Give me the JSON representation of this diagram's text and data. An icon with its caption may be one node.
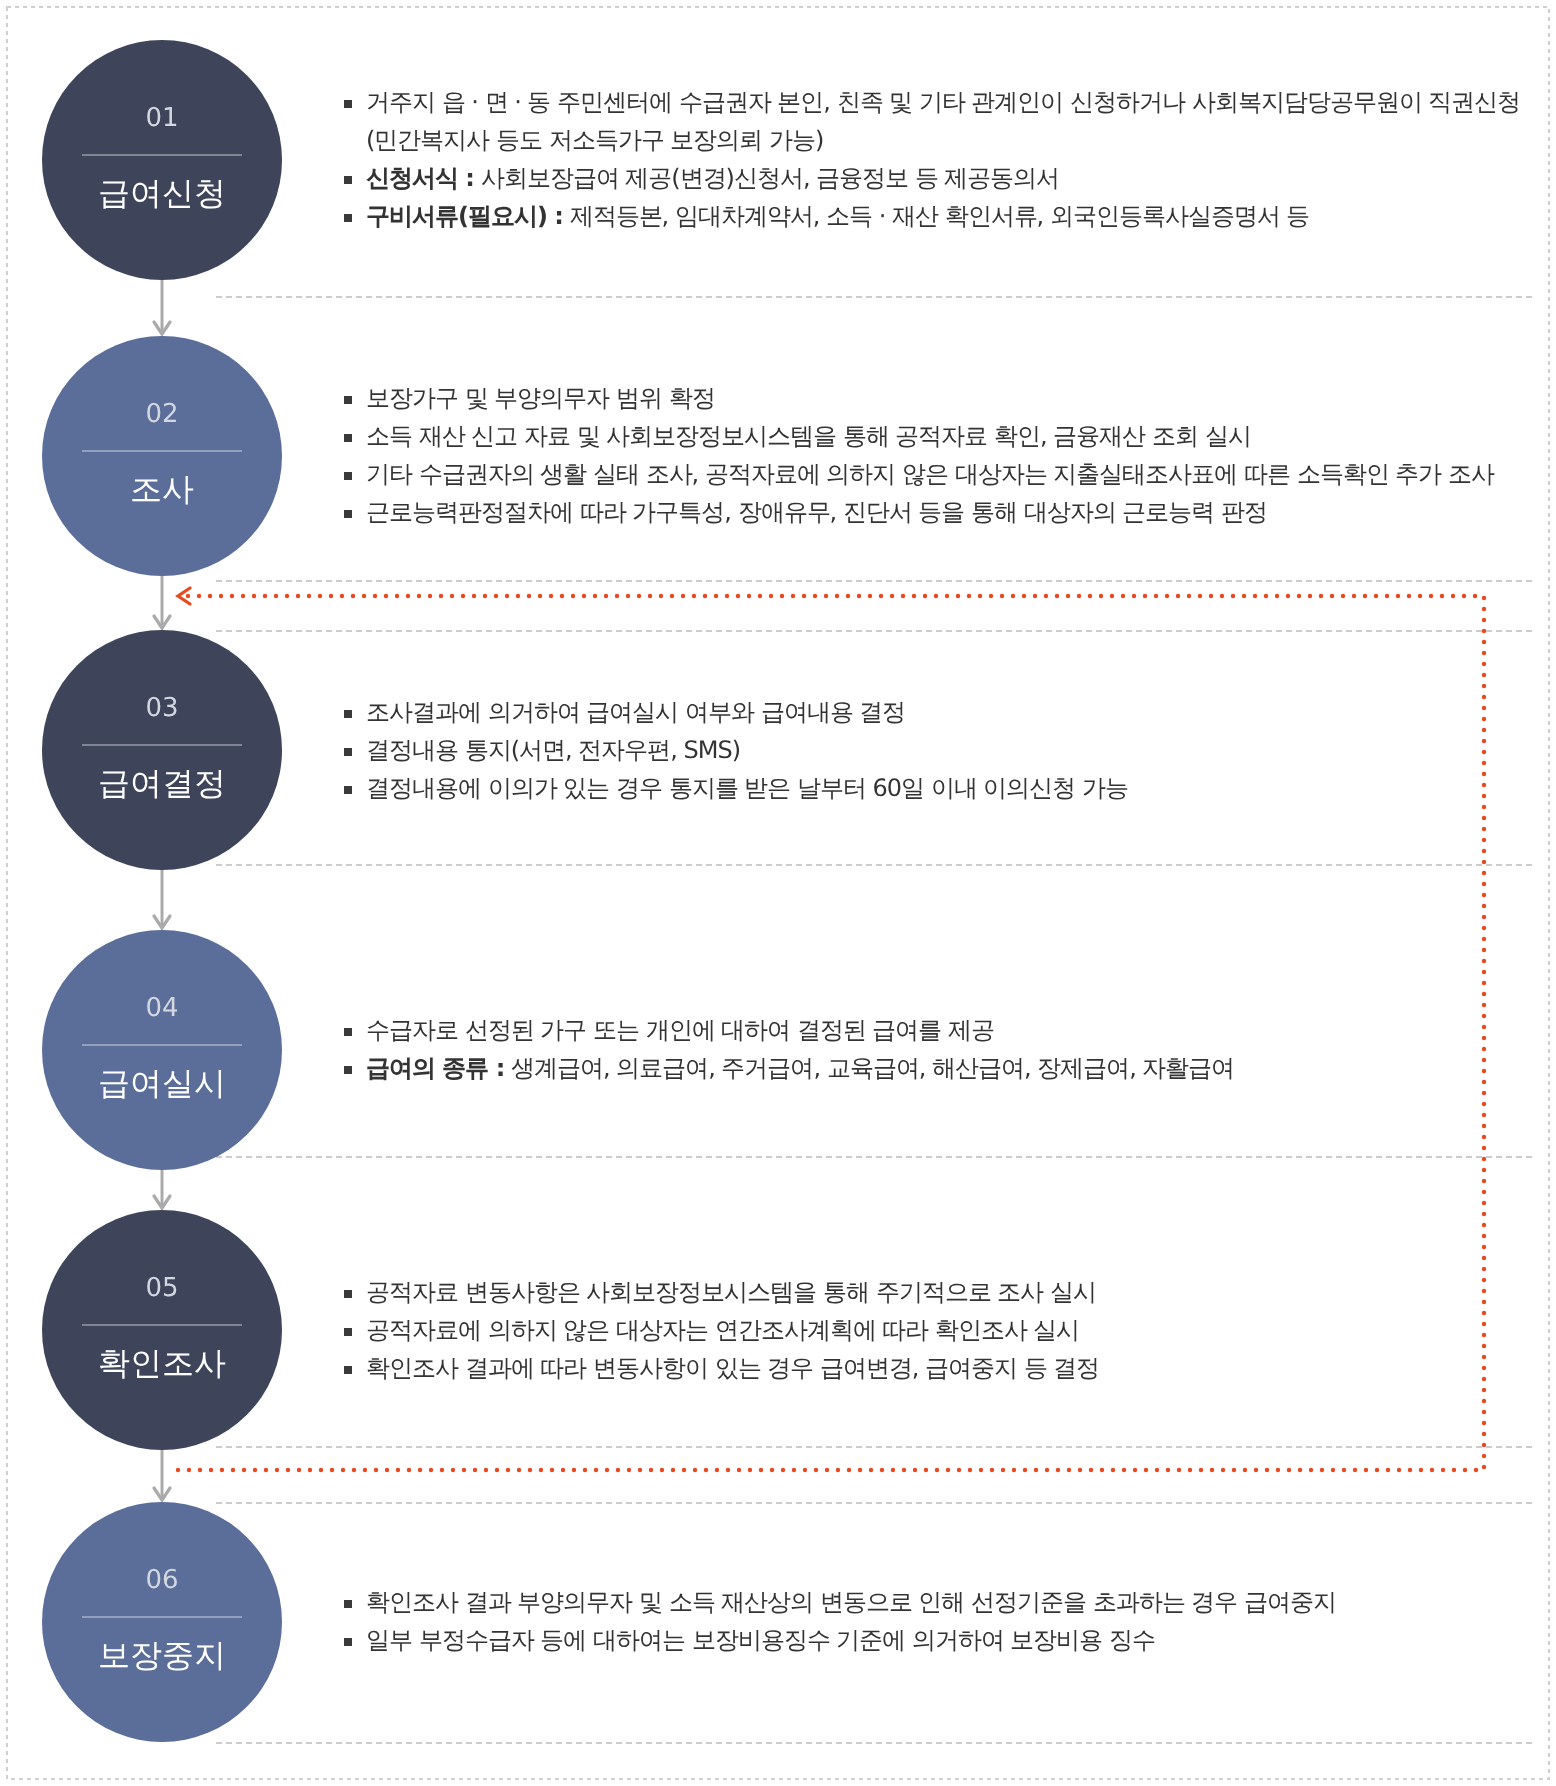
{
  "diagram": {
    "nodes": [
      {
        "text": [
          "01",
          "급여신청"
        ],
        "beside": [
          "거주지 읍 · 면 · 동 주민센터에 수급권자 본인, 친족 및 기타 관계인이 신청하거나 사회복지담당공무원이 직권신청 (민간복지사 등도 저소득가구 보장의뢰 가능)",
          "**신청서식 :** 사회보장급여 제공(변경)신청서, 금융정보 등 제공동의서",
          "**구비서류(필요시) :** 제적등본, 임대차계약서, 소득 · 재산 확인서류, 외국인등록사실증명서 등"
        ]
      },
      {
        "text": [
          "02",
          "조사"
        ],
        "beside": [
          "보장가구 및 부양의무자 범위 확정",
          "소득 재산 신고 자료 및 사회보장정보시스템을 통해 공적자료 확인, 금융재산 조회 실시",
          "기타 수급권자의 생활 실태 조사, 공적자료에 의하지 않은 대상자는 지출실태조사표에 따른 소득확인 추가 조사",
          "근로능력판정절차에 따라 가구특성, 장애유무, 진단서 등을 통해 대상자의 근로능력 판정"
        ]
      },
      {
        "text": [
          "03",
          "급여결정"
        ],
        "beside": [
          "조사결과에 의거하여 급여실시 여부와 급여내용 결정",
          "결정내용 통지(서면, 전자우편, SMS)",
          "결정내용에 이의가 있는 경우 통지를 받은 날부터 60일 이내 이의신청 가능"
        ]
      },
      {
        "text": [
          "04",
          "급여실시"
        ],
        "beside": [
          "수급자로 선정된 가구 또는 개인에 대하여 결정된 급여를 제공",
          "**급여의 종류 :** 생계급여, 의료급여, 주거급여, 교육급여, 해산급여, 장제급여, 자활급여"
        ]
      },
      {
        "text": [
          "05",
          "확인조사"
        ],
        "beside": [
          "공적자료 변동사항은 사회보장정보시스템을 통해 주기적으로 조사 실시",
          "공적자료에 의하지 않은 대상자는 연간조사계획에 따라 확인조사 실시",
          "확인조사 결과에 따라 변동사항이 있는 경우 급여변경, 급여중지 등 결정"
        ]
      },
      {
        "text": [
          "06",
          "보장중지"
        ],
        "beside": [
          "확인조사 결과 부양의무자 및 소득 재산상의 변동으로 인해 선정기준을 초과하는 경우 급여중지",
          "일부 부정수급자 등에 대하여는 보장비용징수 기준에 의거하여 보장비용 징수"
        ]
      }
    ],
    "edges": [
      {
        "from": 0,
        "to": 1,
        "arrow": "to"
      },
      {
        "from": 1,
        "to": 2,
        "arrow": "to"
      },
      {
        "from": 2,
        "to": 3,
        "arrow": "to"
      },
      {
        "from": 3,
        "to": 4,
        "arrow": "to"
      },
      {
        "from": 4,
        "to": 5,
        "arrow": "to"
      },
      {
        "from": 4,
        "to": 2,
        "arrow": "to",
        "style": "dashed",
        "color": "#e8491d"
      }
    ]
  }
}
